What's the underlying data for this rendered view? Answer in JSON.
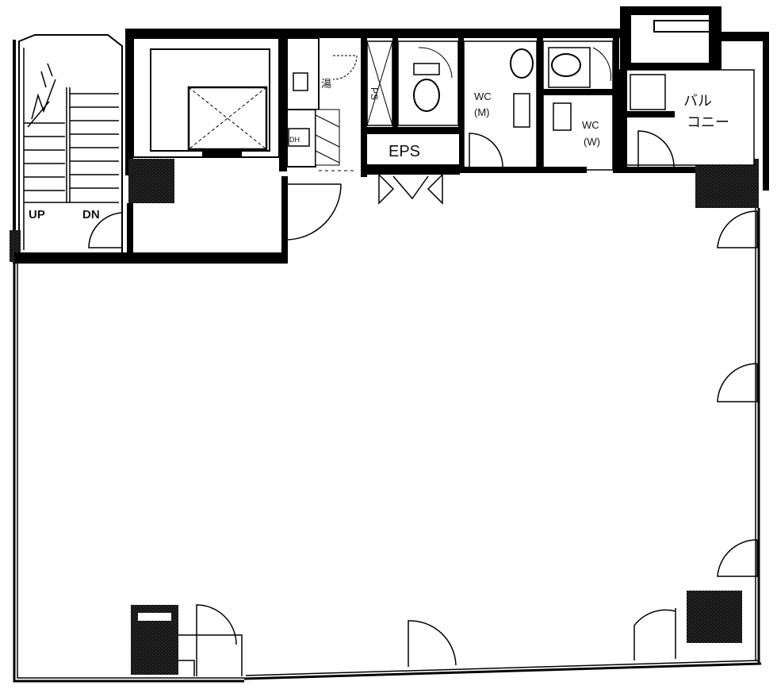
{
  "plan": {
    "stairs": {
      "up": "UP",
      "dn": "DN"
    },
    "eps": "EPS",
    "ps": "PS",
    "wc_men": {
      "title": "WC",
      "sub": "(M)"
    },
    "wc_women": {
      "title": "WC",
      "sub": "(W)"
    },
    "balcony": {
      "line1": "バル",
      "line2": "コニー"
    },
    "kitchen_mark": "湯",
    "dh": "DH"
  },
  "colors": {
    "wall": "#000000",
    "hatch": "#1a1a1a",
    "bg": "#ffffff"
  }
}
